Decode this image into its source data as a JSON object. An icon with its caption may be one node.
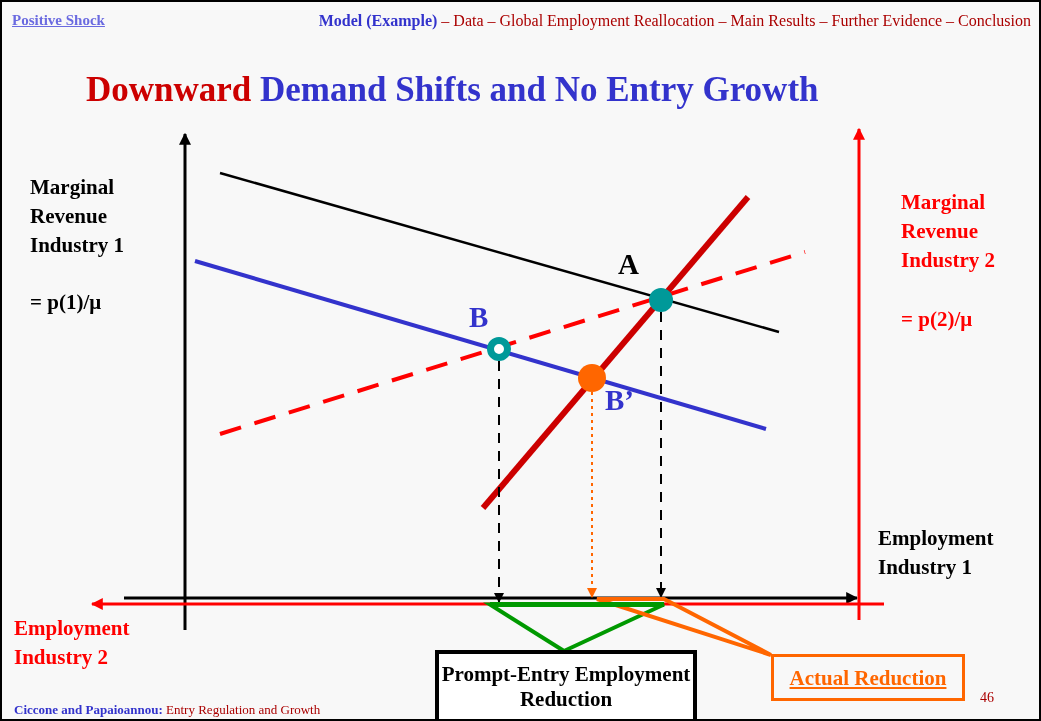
{
  "diagram": {
    "title": "Downward Demand Shifts and No Entry Growth",
    "nodes": [
      {
        "text": [
          "Prompt-Entry Employment Reduction"
        ]
      },
      {
        "text": [
          "Actual Reduction"
        ]
      },
      {
        "text": [],
        "shape": "bar"
      },
      {
        "text": [],
        "shape": "bar"
      },
      {
        "text": [],
        "shape": "circle",
        "beside": [
          "A"
        ]
      },
      {
        "text": [],
        "shape": "circle",
        "beside": [
          "B"
        ]
      },
      {
        "text": [],
        "shape": "circle",
        "beside": [
          "B’"
        ]
      }
    ],
    "edges": [
      {
        "from": 0,
        "to": 2,
        "arrow": "none",
        "style": "thick",
        "color": "#009900"
      },
      {
        "from": 1,
        "to": 3,
        "arrow": "none",
        "style": "thick",
        "color": "#ff6600"
      },
      {
        "from": 4,
        "to": 3,
        "arrow": "to",
        "style": "dashed",
        "color": "#000000"
      },
      {
        "from": 5,
        "to": 2,
        "arrow": "to",
        "style": "dashed",
        "color": "#000000"
      },
      {
        "from": 6,
        "to": 3,
        "arrow": "to",
        "style": "dashed",
        "color": "#ff6600"
      }
    ],
    "labels": [
      "Positive Shock",
      "**Model (Example)** – Data – Global Employment Reallocation – Main Results – Further Evidence – Conclusion",
      "Marginal Revenue Industry 1",
      "= p(1)/μ",
      "Marginal Revenue Industry 2",
      "= p(2)/μ",
      "Employment Industry 1",
      "Employment Industry 2",
      "**Ciccone and Papaioannou:** Entry Regulation and Growth",
      "46"
    ]
  }
}
